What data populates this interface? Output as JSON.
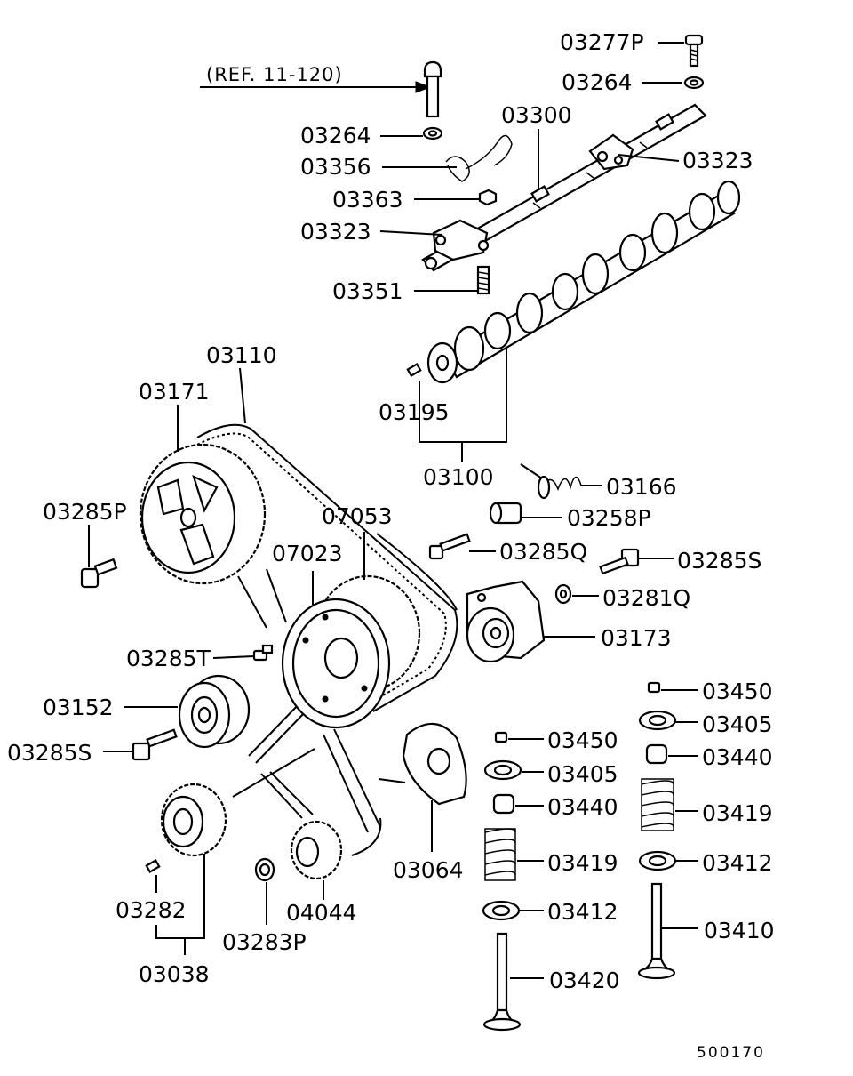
{
  "diagram_code": "500170",
  "reference_note": "(REF. 11-120)",
  "labels": {
    "p03277P": "03277P",
    "p03264a": "03264",
    "p03264b": "03264",
    "p03300": "03300",
    "p03356": "03356",
    "p03323a": "03323",
    "p03363": "03363",
    "p03323b": "03323",
    "p03351": "03351",
    "p03110": "03110",
    "p03171": "03171",
    "p03195": "03195",
    "p03100": "03100",
    "p03166": "03166",
    "p03285P": "03285P",
    "p07053": "07053",
    "p03258P": "03258P",
    "p03285Q": "03285Q",
    "p07023": "07023",
    "p03285Sa": "03285S",
    "p03281Q": "03281Q",
    "p03173": "03173",
    "p03285T": "03285T",
    "p03450a": "03450",
    "p03152": "03152",
    "p03405a": "03405",
    "p03450b": "03450",
    "p03440a": "03440",
    "p03285Sb": "03285S",
    "p03405b": "03405",
    "p03440b": "03440",
    "p03419a": "03419",
    "p03064": "03064",
    "p03419b": "03419",
    "p03412a": "03412",
    "p03282": "03282",
    "p04044": "04044",
    "p03412b": "03412",
    "p03410": "03410",
    "p03283P": "03283P",
    "p03038": "03038",
    "p03420": "03420"
  }
}
